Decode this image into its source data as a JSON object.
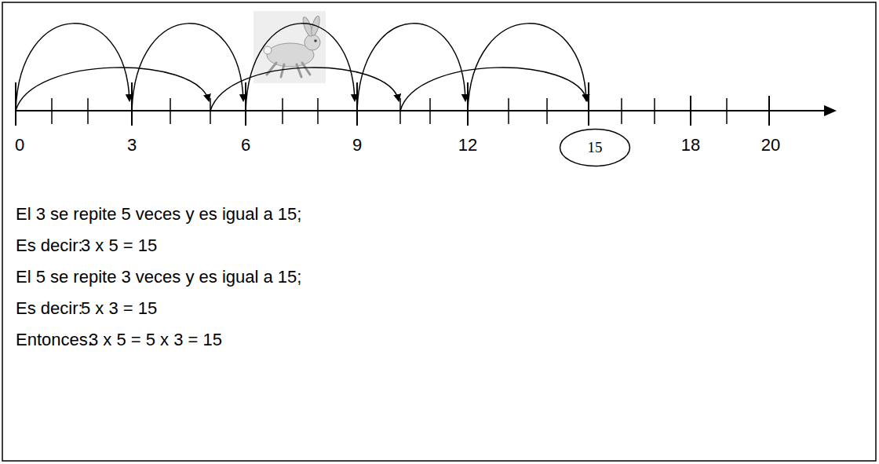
{
  "diagram": {
    "nodes": [
      {
        "text": [
          "15"
        ]
      }
    ],
    "labels": [
      "0",
      "3",
      "6",
      "9",
      "12",
      "18",
      "20",
      "El 3 se repite 5 veces y es igual a 15;",
      "Es decir:",
      "3 x 5 = 15",
      "El 5 se repite 3 veces y es igual a 15;",
      "Es decir:",
      "5 x 3 = 15",
      "Entonces:",
      "3 x 5 = 5 x 3 = 15"
    ]
  }
}
